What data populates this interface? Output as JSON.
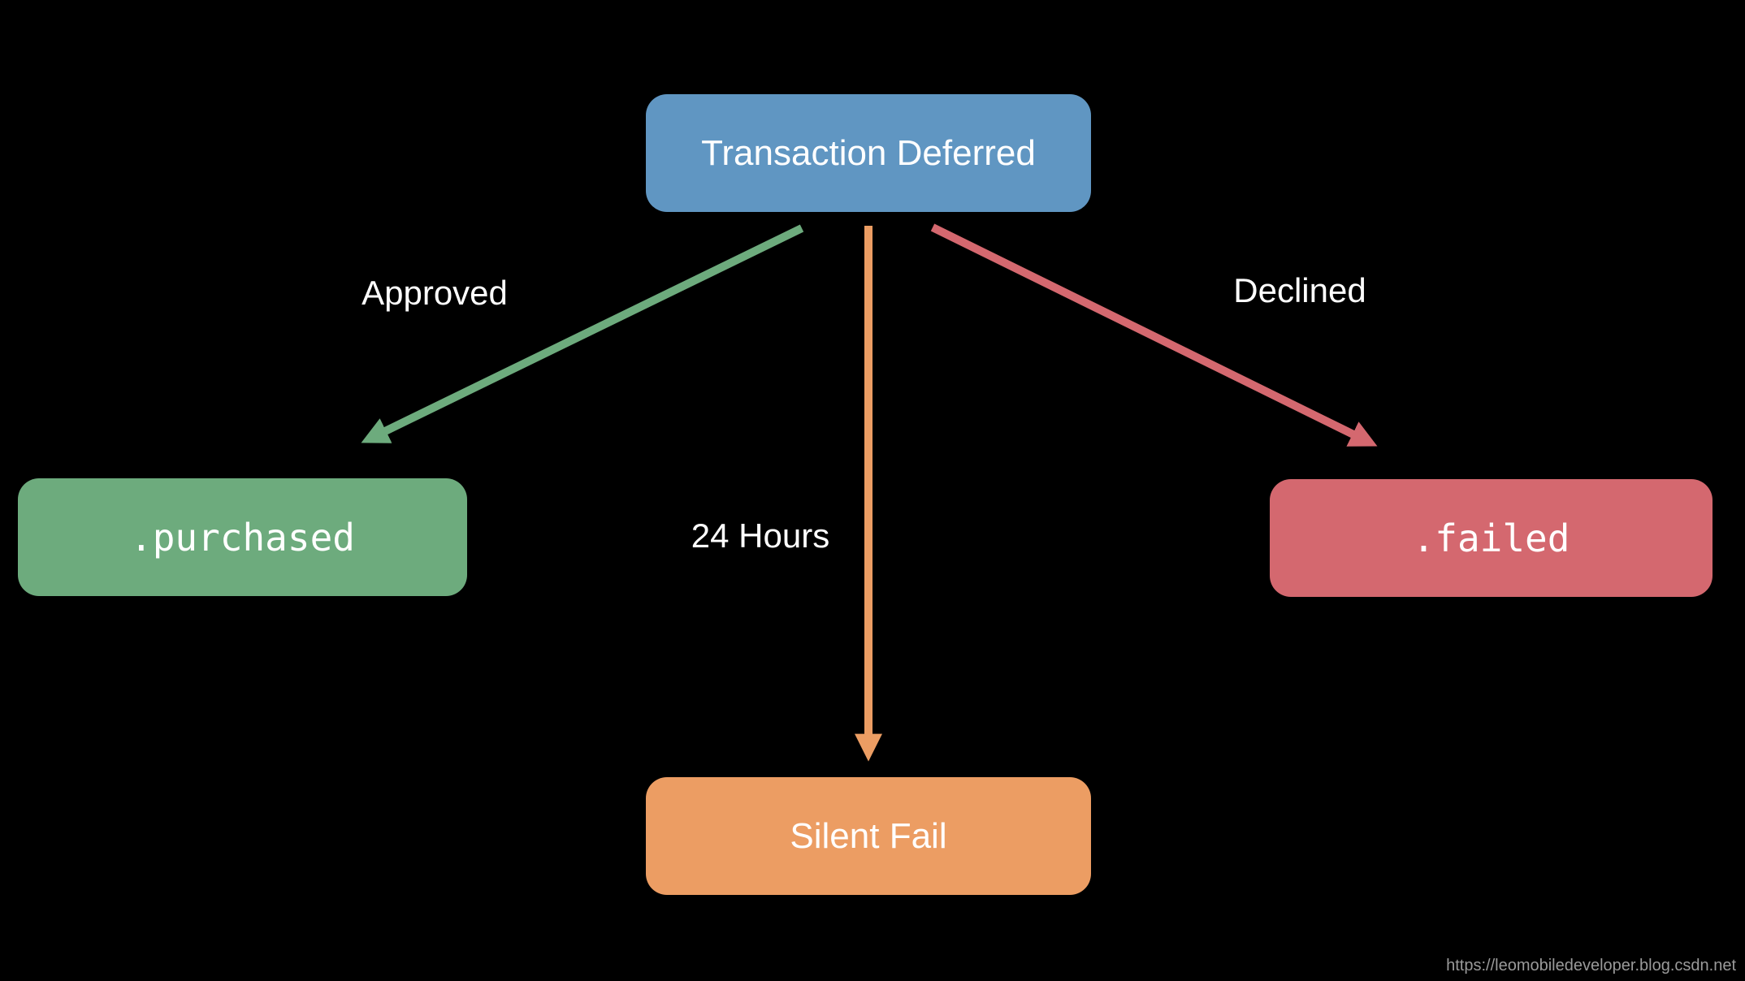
{
  "diagram": {
    "background": "#000000",
    "text_color": "#ffffff",
    "nodes": {
      "root": {
        "label": "Transaction Deferred",
        "color": "#6096c2"
      },
      "purchased": {
        "label": ".purchased",
        "color": "#6dab7d"
      },
      "silent": {
        "label": "Silent Fail",
        "color": "#ec9d63"
      },
      "failed": {
        "label": ".failed",
        "color": "#d4686f"
      }
    },
    "edges": {
      "approved": {
        "label": "Approved",
        "color": "#6dab7d"
      },
      "hours": {
        "label": "24 Hours",
        "color": "#ec9d63"
      },
      "declined": {
        "label": "Declined",
        "color": "#d4686f"
      }
    },
    "watermark": {
      "url_text": "https://leomobiledeveloper.blog.csdn.net",
      "color": "#9a9a9a"
    }
  }
}
